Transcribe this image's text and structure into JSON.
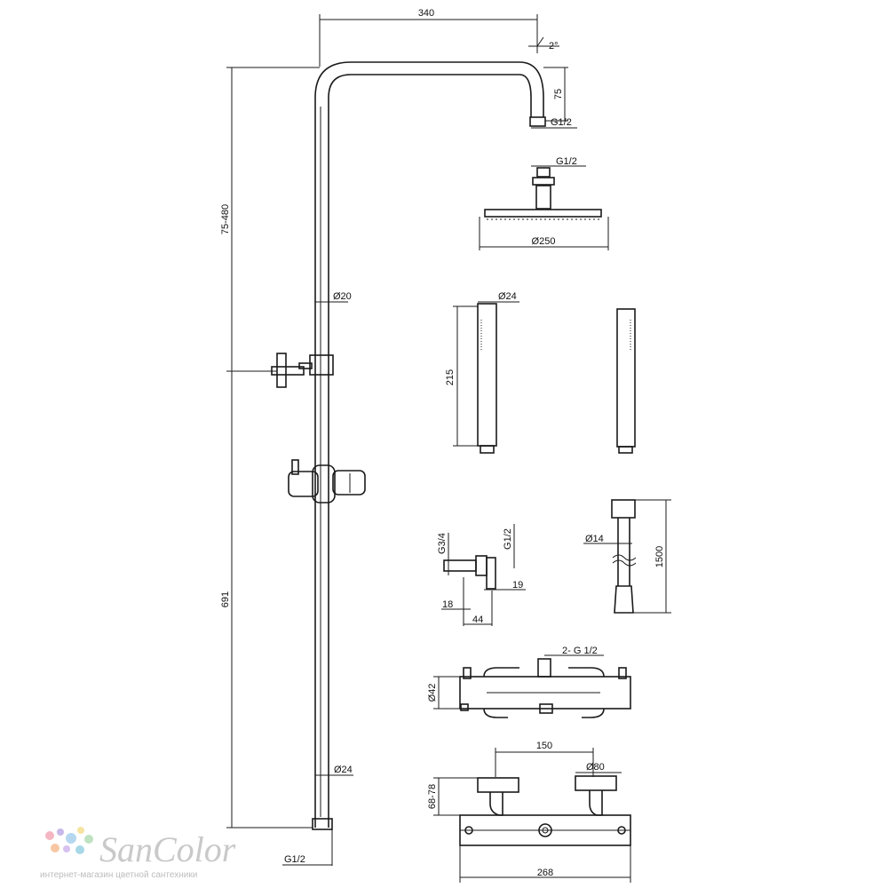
{
  "dimensions": {
    "width_top": "340",
    "angle": "2°",
    "height_arm": "75",
    "thread_top": "G1/2",
    "height_adjust": "75-480",
    "pipe_upper": "Ø20",
    "height_lower": "691",
    "pipe_lower": "Ø24",
    "thread_bottom": "G1/2"
  },
  "head": {
    "thread": "G1/2",
    "diameter": "Ø250"
  },
  "hand_shower": {
    "diameter": "Ø24",
    "length": "215"
  },
  "hose": {
    "diameter": "Ø14",
    "length": "1500"
  },
  "eccentric": {
    "thread_in": "G3/4",
    "thread_out": "G1/2",
    "dim_a": "19",
    "dim_b": "18",
    "dim_c": "44"
  },
  "mixer": {
    "outlets": "2- G 1/2",
    "body_diameter": "Ø42",
    "centers": "150",
    "flange": "Ø80",
    "depth": "68-78",
    "width": "268"
  },
  "watermark": {
    "brand": "SanColor",
    "tagline": "интернет-магазин цветной сантехники",
    "dot_colors": [
      "#f4b6c2",
      "#c7b8ea",
      "#b5d8f0",
      "#f6e3a1",
      "#bfe3c0",
      "#f7c7a3",
      "#d6c1ef",
      "#a8d8e8"
    ]
  }
}
